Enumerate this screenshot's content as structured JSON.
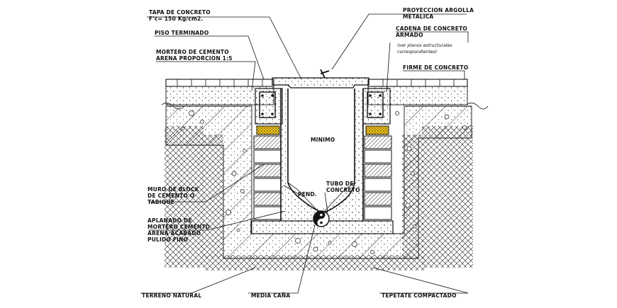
{
  "labels": {
    "tapa_line1": "TAPA DE CONCRETO",
    "tapa_line2": "F'c= 150 Kg/cm2.",
    "piso": "PISO TERMINADO",
    "mortero_line1": "MORTERO DE CEMENTO",
    "mortero_line2": "ARENA PROPORCION 1:5",
    "proyeccion_line1": "PROYECCION ARGOLLA",
    "proyeccion_line2": "METALICA",
    "cadena_line1": "CADENA DE CONCRETO",
    "cadena_line2": "ARMADO",
    "ver_line1": "(ver planos estructurales",
    "ver_line2": "correspondientes)",
    "firme": "FIRME DE CONCRETO",
    "minimo": "MINIMO",
    "tubo_line1": "TUBO DE",
    "tubo_line2": "CONCRETO",
    "pend": "PEND.",
    "muro_line1": "MURO DE BLOCK",
    "muro_line2": "DE CEMENTO O",
    "muro_line3": "TABIQUE",
    "aplanado_line1": "APLANADO DE",
    "aplanado_line2": "MORTERO CEMENTO",
    "aplanado_line3": "ARENA ACABADO",
    "aplanado_line4": "PULIDO FINO",
    "terreno": "TERRENO NATURAL",
    "media_cana": "MEDIA CAÑA",
    "tepetate": "TEPETATE COMPACTADO"
  },
  "colors": {
    "line": "#111111",
    "background": "#ffffff",
    "highlight": "#f0c419"
  }
}
